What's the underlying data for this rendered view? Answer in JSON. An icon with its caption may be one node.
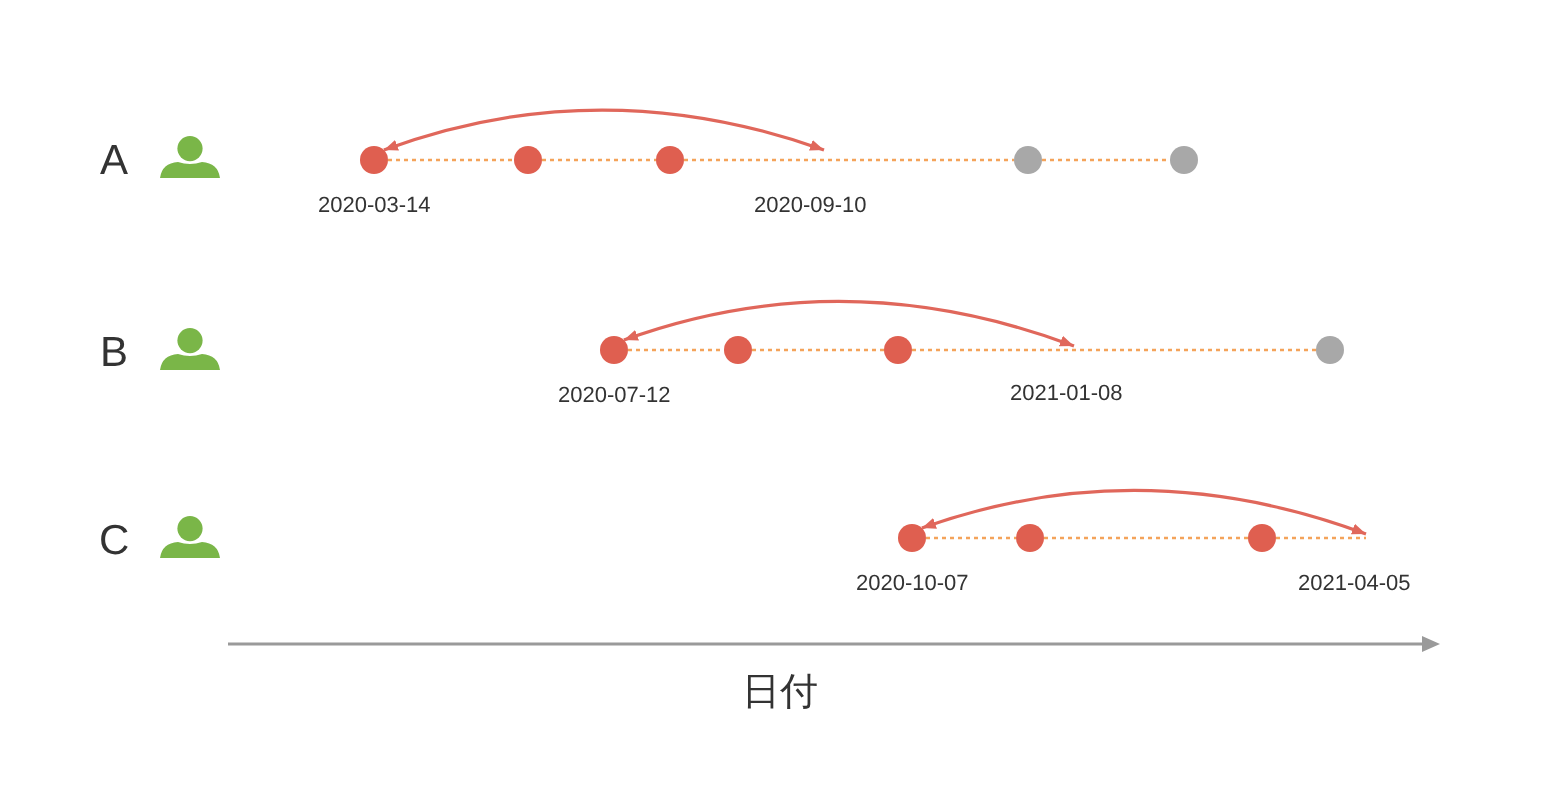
{
  "diagram": {
    "nodes": [
      {
        "text": [],
        "shape": "circle",
        "beside": [
          "2020-03-14"
        ]
      },
      {
        "text": [],
        "shape": "circle"
      },
      {
        "text": [],
        "shape": "circle"
      },
      {
        "text": [],
        "shape": "circle"
      },
      {
        "text": [],
        "shape": "circle"
      },
      {
        "text": [],
        "shape": "circle",
        "beside": [
          "2020-07-12"
        ]
      },
      {
        "text": [],
        "shape": "circle"
      },
      {
        "text": [],
        "shape": "circle"
      },
      {
        "text": [],
        "shape": "circle"
      },
      {
        "text": [],
        "shape": "circle",
        "beside": [
          "2020-10-07"
        ]
      },
      {
        "text": [],
        "shape": "circle"
      },
      {
        "text": [],
        "shape": "circle"
      }
    ],
    "edges": [
      {
        "from": 0,
        "to": null,
        "arrow": "both",
        "color": "#e0675b"
      },
      {
        "from": 0,
        "to": 1,
        "arrow": "none",
        "style": "dashed"
      },
      {
        "from": 1,
        "to": 2,
        "arrow": "none",
        "style": "dashed"
      },
      {
        "from": 2,
        "to": 3,
        "arrow": "none",
        "style": "dashed"
      },
      {
        "from": 3,
        "to": 4,
        "arrow": "none",
        "style": "dashed"
      },
      {
        "from": 5,
        "to": null,
        "arrow": "both",
        "color": "#e0675b"
      },
      {
        "from": 5,
        "to": 6,
        "arrow": "none",
        "style": "dashed"
      },
      {
        "from": 6,
        "to": 7,
        "arrow": "none",
        "style": "dashed"
      },
      {
        "from": 7,
        "to": 8,
        "arrow": "none",
        "style": "dashed"
      },
      {
        "from": 9,
        "to": null,
        "arrow": "both",
        "color": "#e0675b"
      },
      {
        "from": 9,
        "to": 10,
        "arrow": "none",
        "style": "dashed"
      },
      {
        "from": 10,
        "to": 11,
        "arrow": "none",
        "style": "dashed"
      },
      {
        "from": 11,
        "to": null,
        "arrow": "none",
        "style": "dashed"
      }
    ],
    "labels": [
      "A",
      "2020-09-10",
      "B",
      "2021-01-08",
      "C",
      "2021-04-05",
      "日付"
    ]
  }
}
